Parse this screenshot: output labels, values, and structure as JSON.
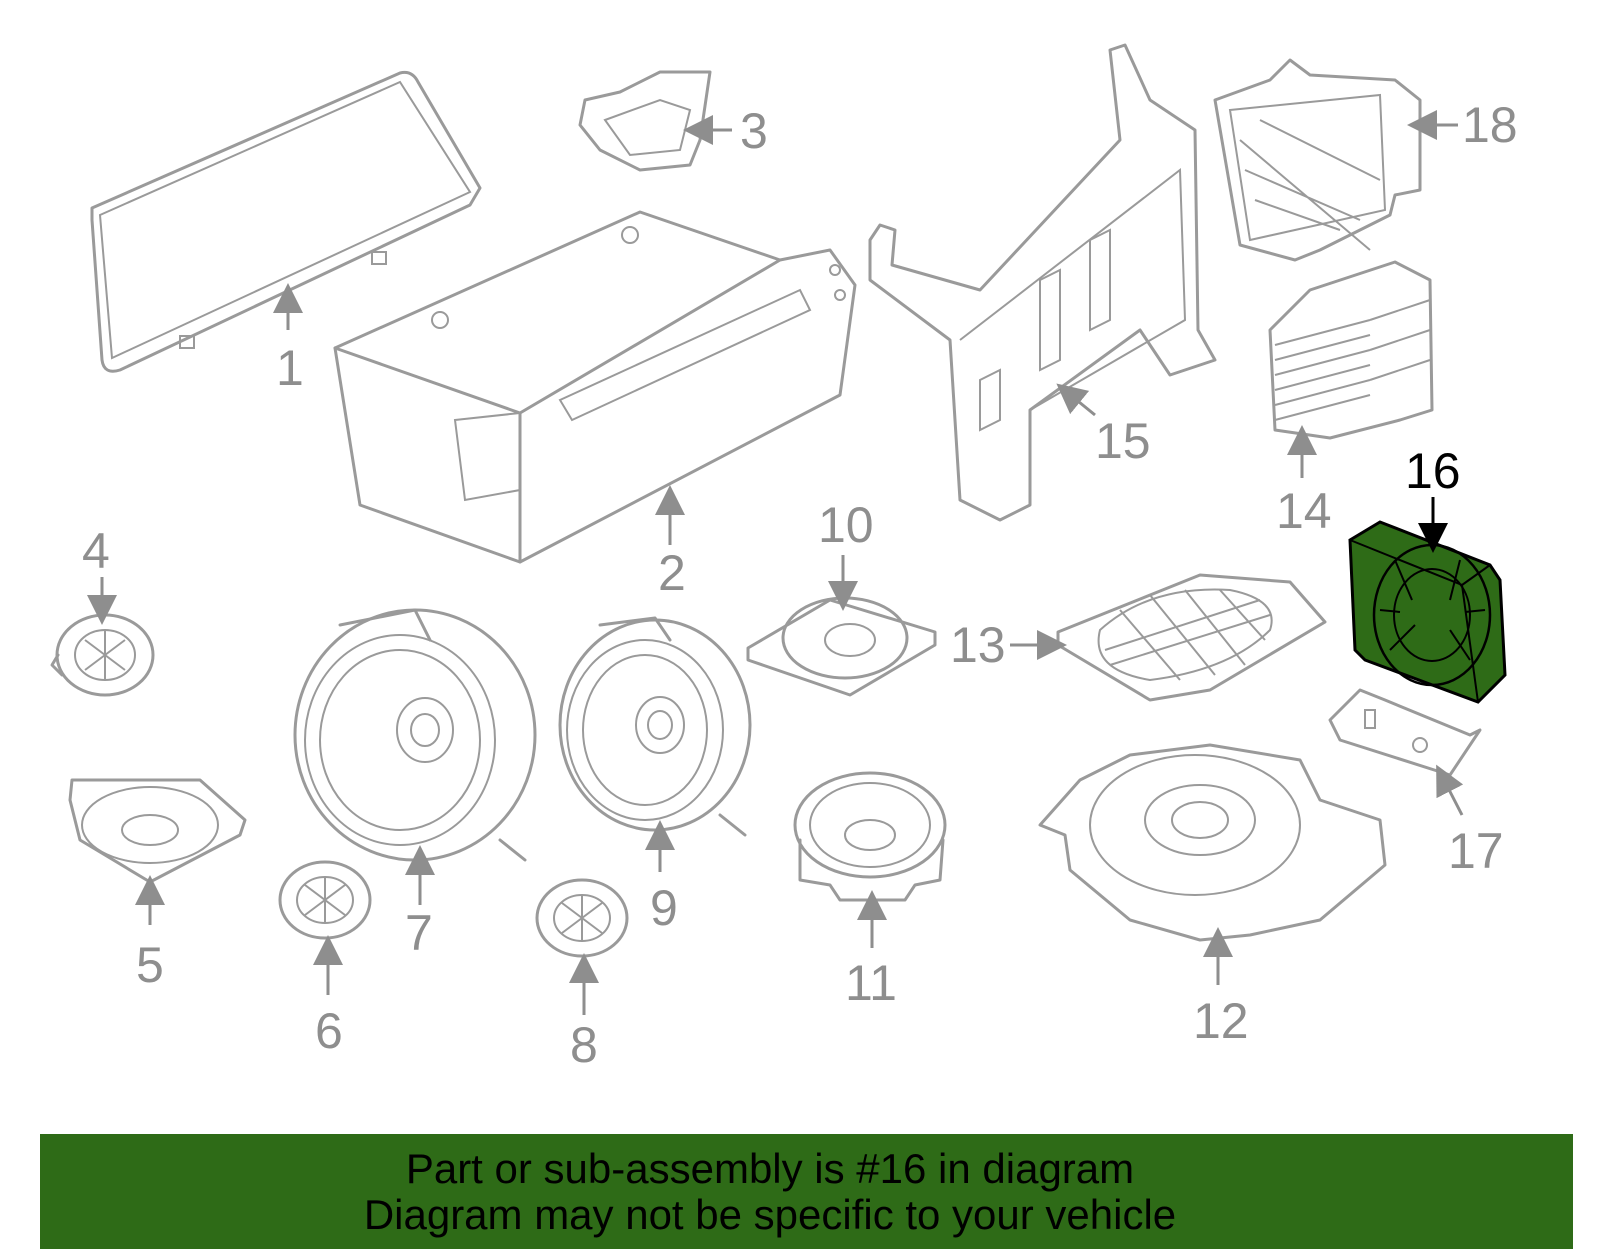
{
  "highlight_color": "#2e6b17",
  "callouts": [
    "1",
    "2",
    "3",
    "4",
    "5",
    "6",
    "7",
    "8",
    "9",
    "10",
    "11",
    "12",
    "13",
    "14",
    "15",
    "16",
    "17",
    "18"
  ],
  "highlighted_callout": "16",
  "banner": {
    "line1": "Part or sub-assembly is #16 in diagram",
    "line2": "Diagram may not be specific to your vehicle"
  }
}
